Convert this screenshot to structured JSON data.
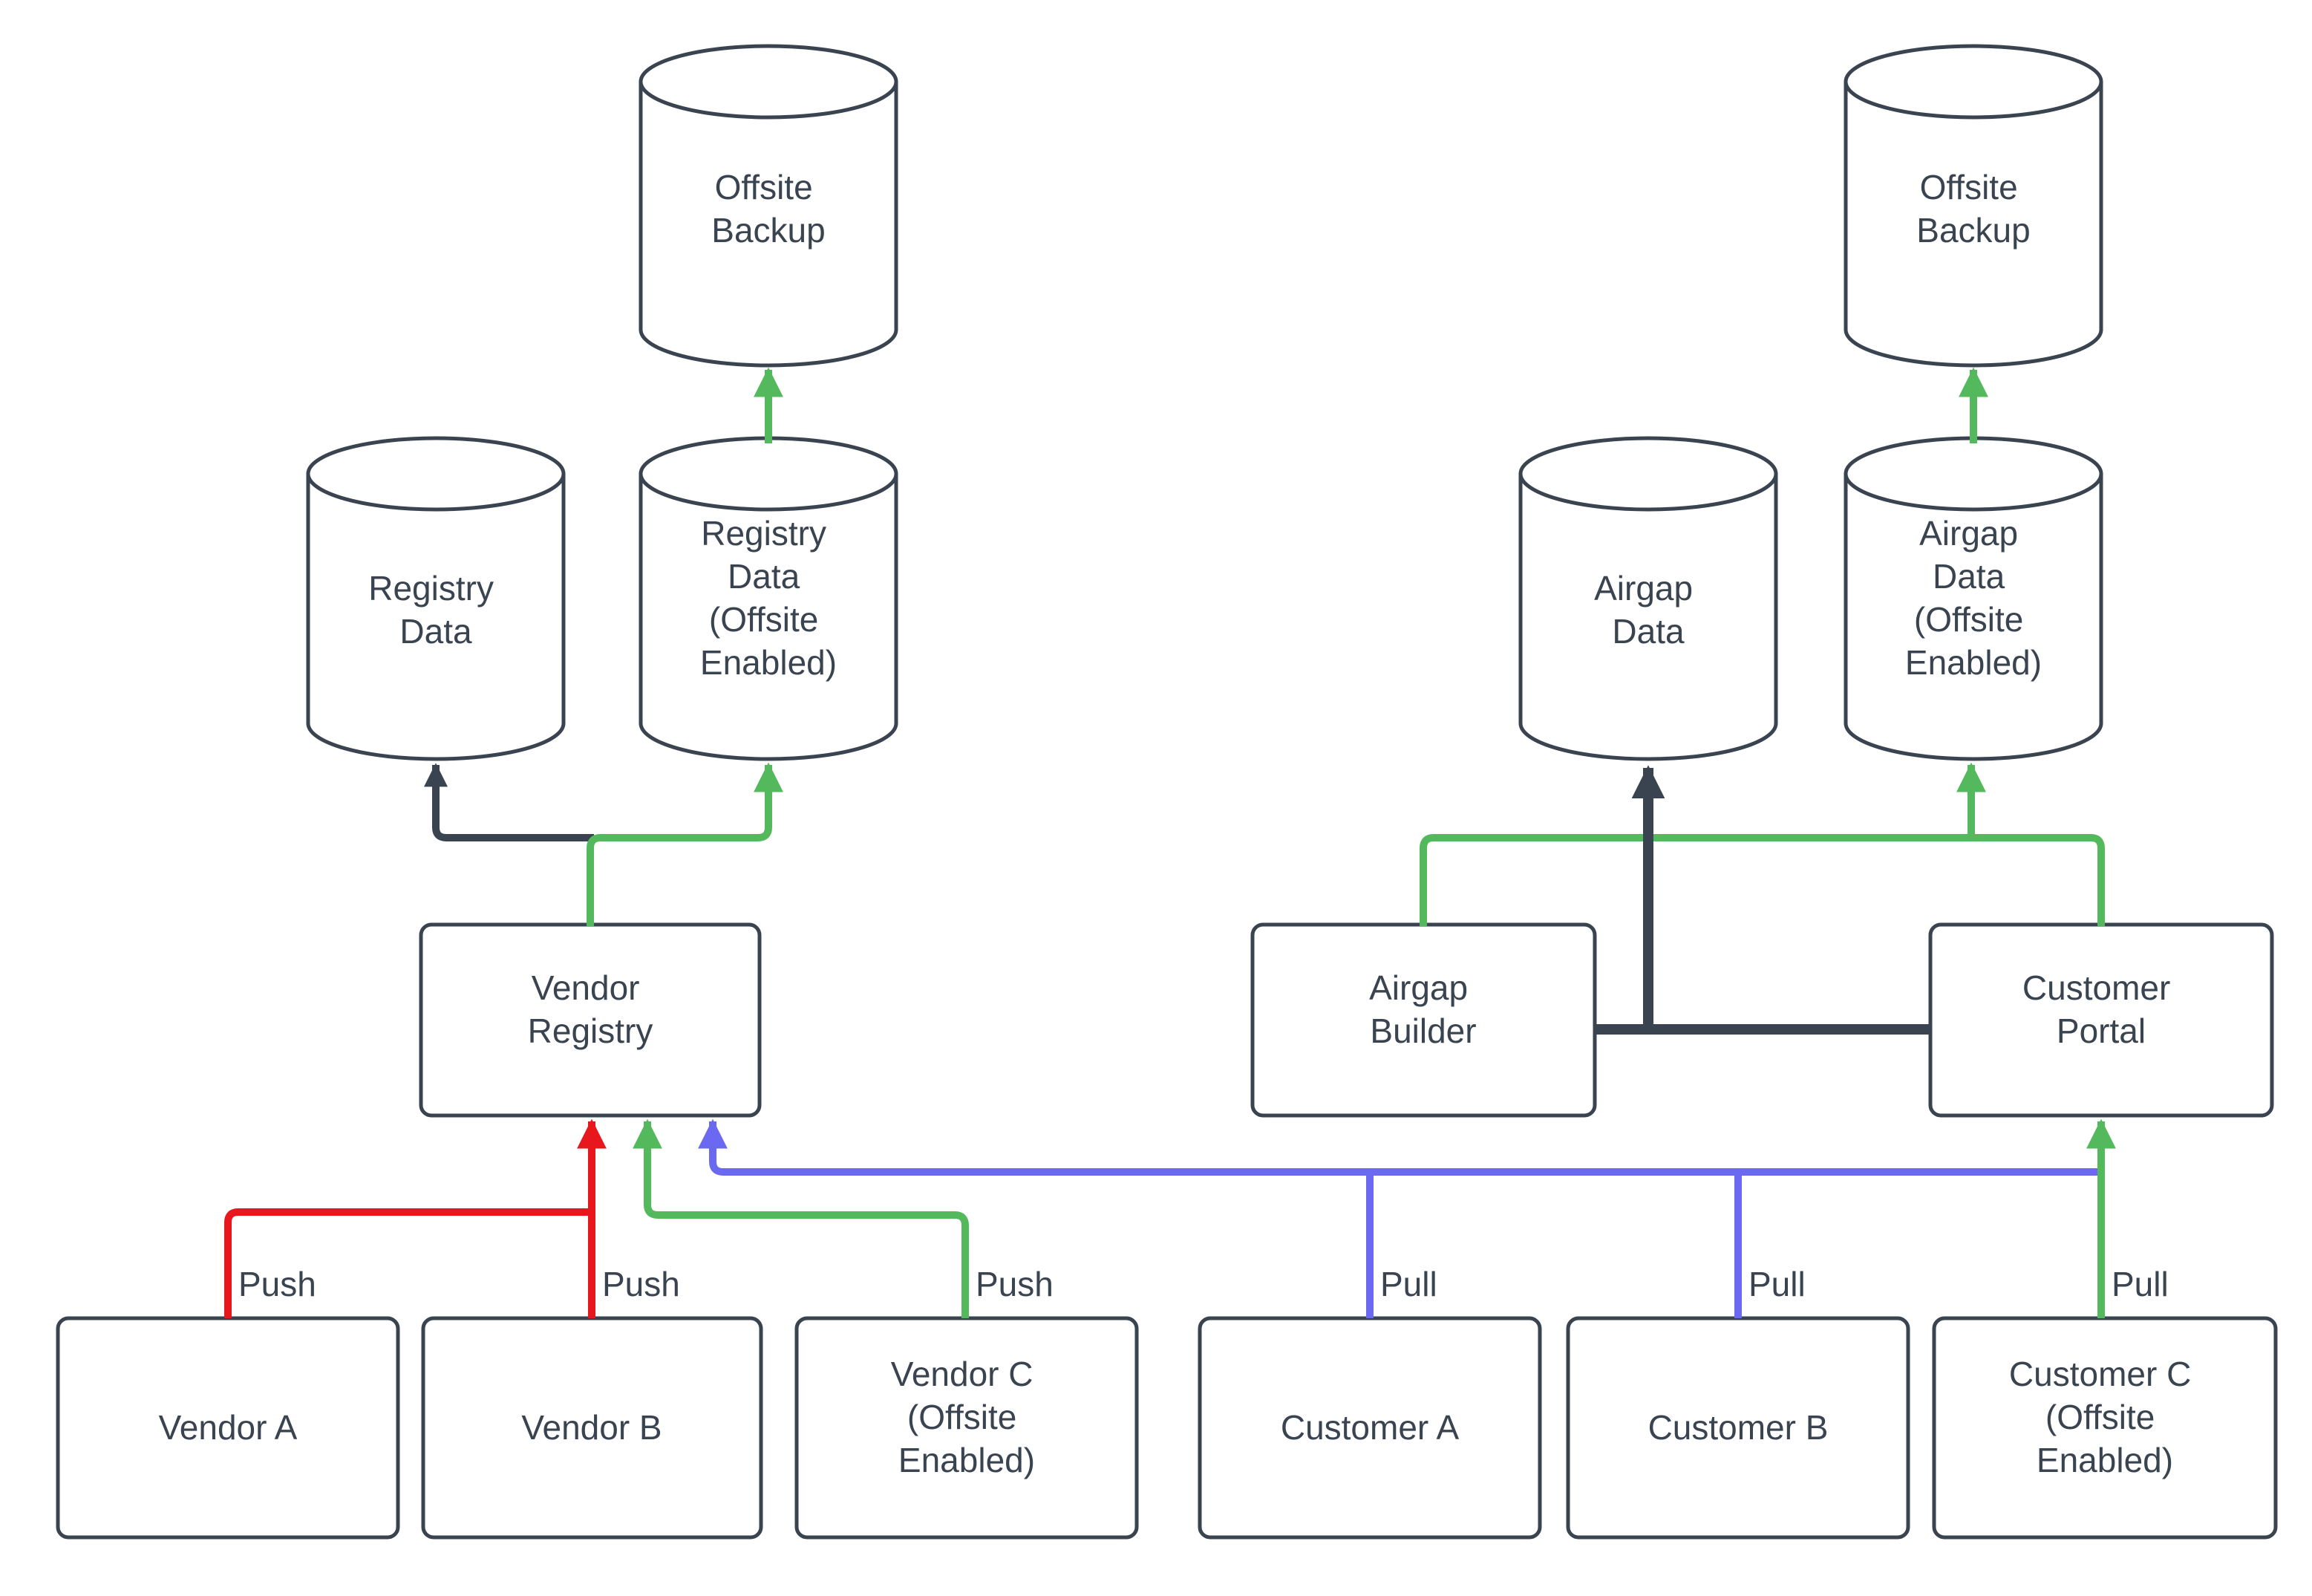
{
  "colors": {
    "outline": "#3a4450",
    "text": "#3a4450",
    "push_red": "#e8171d",
    "offsite_green": "#54b85c",
    "pull_blue": "#6b68f2"
  },
  "labels": {
    "push": "Push",
    "pull": "Pull"
  },
  "nodes": {
    "offsite_backup_left": [
      "Offsite",
      "Backup"
    ],
    "offsite_backup_right": [
      "Offsite",
      "Backup"
    ],
    "registry_data": [
      "Registry",
      "Data"
    ],
    "registry_data_offsite": [
      "Registry",
      "Data",
      "(Offsite",
      "Enabled)"
    ],
    "airgap_data": [
      "Airgap",
      "Data"
    ],
    "airgap_data_offsite": [
      "Airgap",
      "Data",
      "(Offsite",
      "Enabled)"
    ],
    "vendor_registry": [
      "Vendor",
      "Registry"
    ],
    "airgap_builder": [
      "Airgap",
      "Builder"
    ],
    "customer_portal": [
      "Customer",
      "Portal"
    ],
    "vendor_a": [
      "Vendor A"
    ],
    "vendor_b": [
      "Vendor B"
    ],
    "vendor_c": [
      "Vendor C",
      "(Offsite",
      "Enabled)"
    ],
    "customer_a": [
      "Customer A"
    ],
    "customer_b": [
      "Customer B"
    ],
    "customer_c": [
      "Customer C",
      "(Offsite",
      "Enabled)"
    ]
  }
}
